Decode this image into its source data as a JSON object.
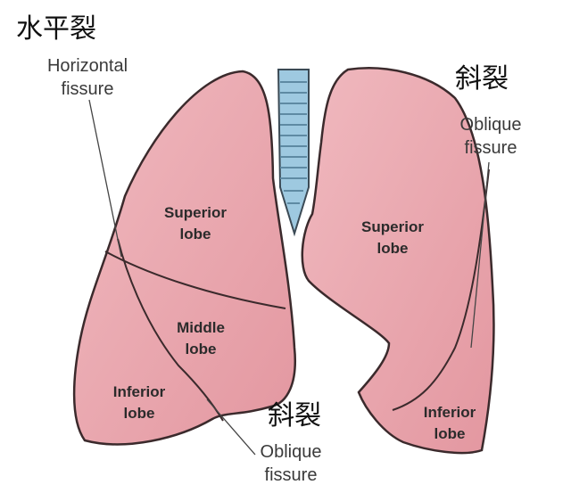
{
  "chinese_labels": {
    "horizontal": "水平裂",
    "oblique_right": "斜裂",
    "oblique_bottom": "斜裂"
  },
  "labels": {
    "horizontal_fissure": [
      "Horizontal",
      "fissure"
    ],
    "oblique_fissure_right": [
      "Oblique",
      "fissure"
    ],
    "oblique_fissure_bottom": [
      "Oblique",
      "fissure"
    ]
  },
  "lobes": {
    "right_superior": [
      "Superior",
      "lobe"
    ],
    "right_middle": [
      "Middle",
      "lobe"
    ],
    "right_inferior": [
      "Inferior",
      "lobe"
    ],
    "left_superior": [
      "Superior",
      "lobe"
    ],
    "left_inferior": [
      "Inferior",
      "lobe"
    ]
  },
  "colors": {
    "lung_fill": "#e9a7ae",
    "lung_outline": "#3b2a2c",
    "trachea": "#9ec9e0"
  }
}
